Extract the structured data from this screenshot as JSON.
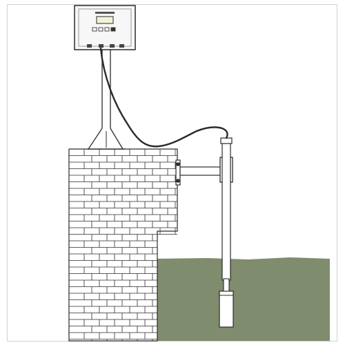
{
  "diagram": {
    "colors": {
      "water": "#7f8c6d",
      "outline": "#2a2a2a",
      "brick_fill": "#ffffff",
      "controller_fill": "#f7f7f7",
      "display_fill": "#f2f2d8",
      "frame": "#d0d0d0"
    },
    "controller": {
      "display_icon": "lcd-display-icon",
      "buttons": [
        "button",
        "button",
        "button",
        "button"
      ]
    },
    "wall": {
      "pattern": "brick"
    },
    "sensor": {
      "type": "submersible-level-probe"
    }
  }
}
